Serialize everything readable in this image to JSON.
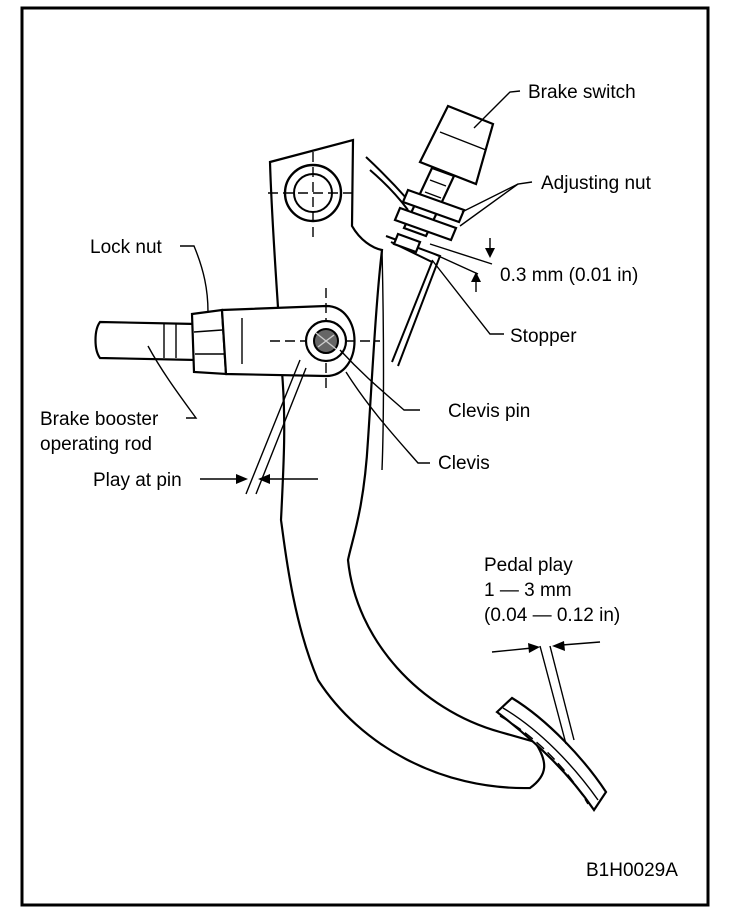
{
  "figure_id": "B1H0029A",
  "labels": {
    "brake_switch": "Brake switch",
    "adjusting_nut": "Adjusting nut",
    "clearance": "0.3 mm (0.01 in)",
    "stopper": "Stopper",
    "lock_nut": "Lock nut",
    "clevis_pin": "Clevis pin",
    "brake_booster_line1": "Brake booster",
    "brake_booster_line2": "operating rod",
    "clevis": "Clevis",
    "play_at_pin": "Play at pin",
    "pedal_play_line1": "Pedal play",
    "pedal_play_line2": "1 — 3 mm",
    "pedal_play_line3": "(0.04 — 0.12 in)"
  }
}
